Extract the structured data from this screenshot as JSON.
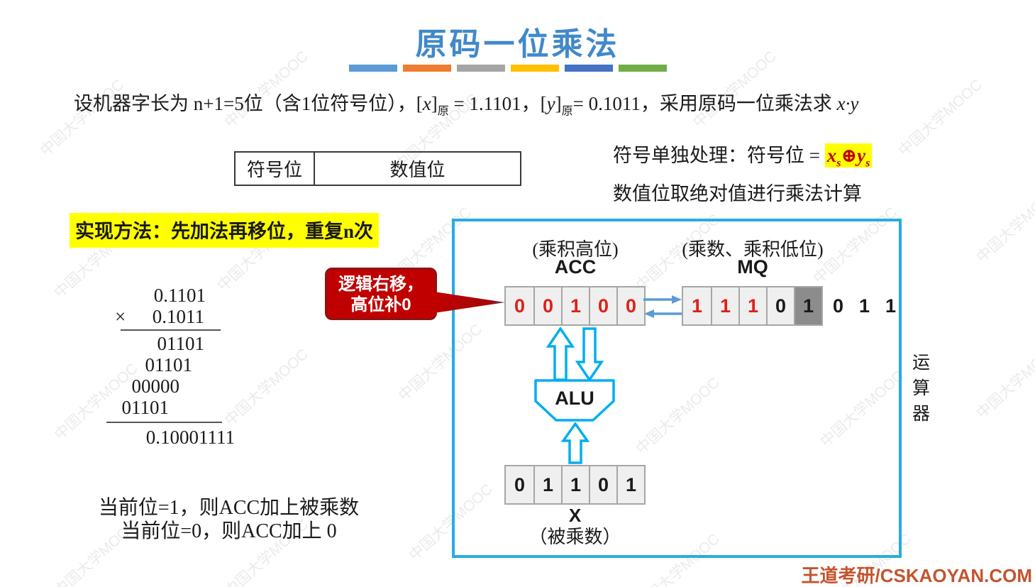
{
  "page": {
    "title": "原码一位乘法",
    "watermark": "中国大学MOOC",
    "brand": "王道考研/CSKAOYAN.COM"
  },
  "palette": {
    "title_blue": "#4189C9",
    "divider_bars": [
      "#5B9BD5",
      "#ED7D31",
      "#A5A5A5",
      "#FFC000",
      "#4472C4",
      "#70AD47"
    ],
    "highlight_yellow": "#FFFF00",
    "highlight_red_text": "#C00000",
    "callout_red": "#C00000",
    "unit_box_blue": "#29ABE2",
    "block_arrow_cyan": "#00AEEF",
    "transfer_arrow_blue": "#5B9BD5",
    "red_digit": "#DD2018",
    "cell_bg": "#EFEFEF",
    "cell_dark_bg": "#8C8C8C",
    "cell_border": "#A6A6A6",
    "brand_orange": "#C4542E"
  },
  "problem": {
    "p1": "设机器字长为 n+1=5位（含1位符号位），[",
    "x": "x",
    "rb1": "]",
    "sub1": "原",
    "p2": " = 1.1101，[",
    "y": "y",
    "rb2": "]",
    "sub2": "原",
    "p3": "= 0.1011，采用原码一位乘法求 ",
    "xy": "x·y"
  },
  "format_table": {
    "sign": "符号位",
    "value": "数值位"
  },
  "sign_rule": {
    "prefix": "符号单独处理：符号位 = ",
    "x": "x",
    "xs": "s",
    "oplus": "⊕",
    "y": "y",
    "ys": "s"
  },
  "value_rule": "数值位取绝对值进行乘法计算",
  "method": "实现方法：先加法再移位，重复n次",
  "multiplication": {
    "multiplicand": "0.1101",
    "sign": "×",
    "multiplier": "0.1011",
    "partials": [
      "01101",
      "01101",
      "00000",
      "01101"
    ],
    "result": "0.10001111"
  },
  "callout": {
    "line1": "逻辑右移，",
    "line2": "高位补0"
  },
  "alu_unit": {
    "acc": {
      "note": "(乘积高位)",
      "name": "ACC",
      "cells": [
        "0",
        "0",
        "1",
        "0",
        "0"
      ]
    },
    "mq": {
      "note": "(乘数、乘积低位)",
      "name": "MQ",
      "cells": [
        "1",
        "1",
        "1",
        "0",
        "1"
      ],
      "shifted_out": [
        "0",
        "1",
        "1"
      ]
    },
    "alu_label": "ALU",
    "x_reg": {
      "cells": [
        "0",
        "1",
        "1",
        "0",
        "1"
      ],
      "name": "X",
      "note": "（被乘数）"
    },
    "unit_label": "运算器"
  },
  "notes": {
    "line1": "当前位=1，则ACC加上被乘数",
    "line2": "当前位=0，则ACC加上 0"
  }
}
